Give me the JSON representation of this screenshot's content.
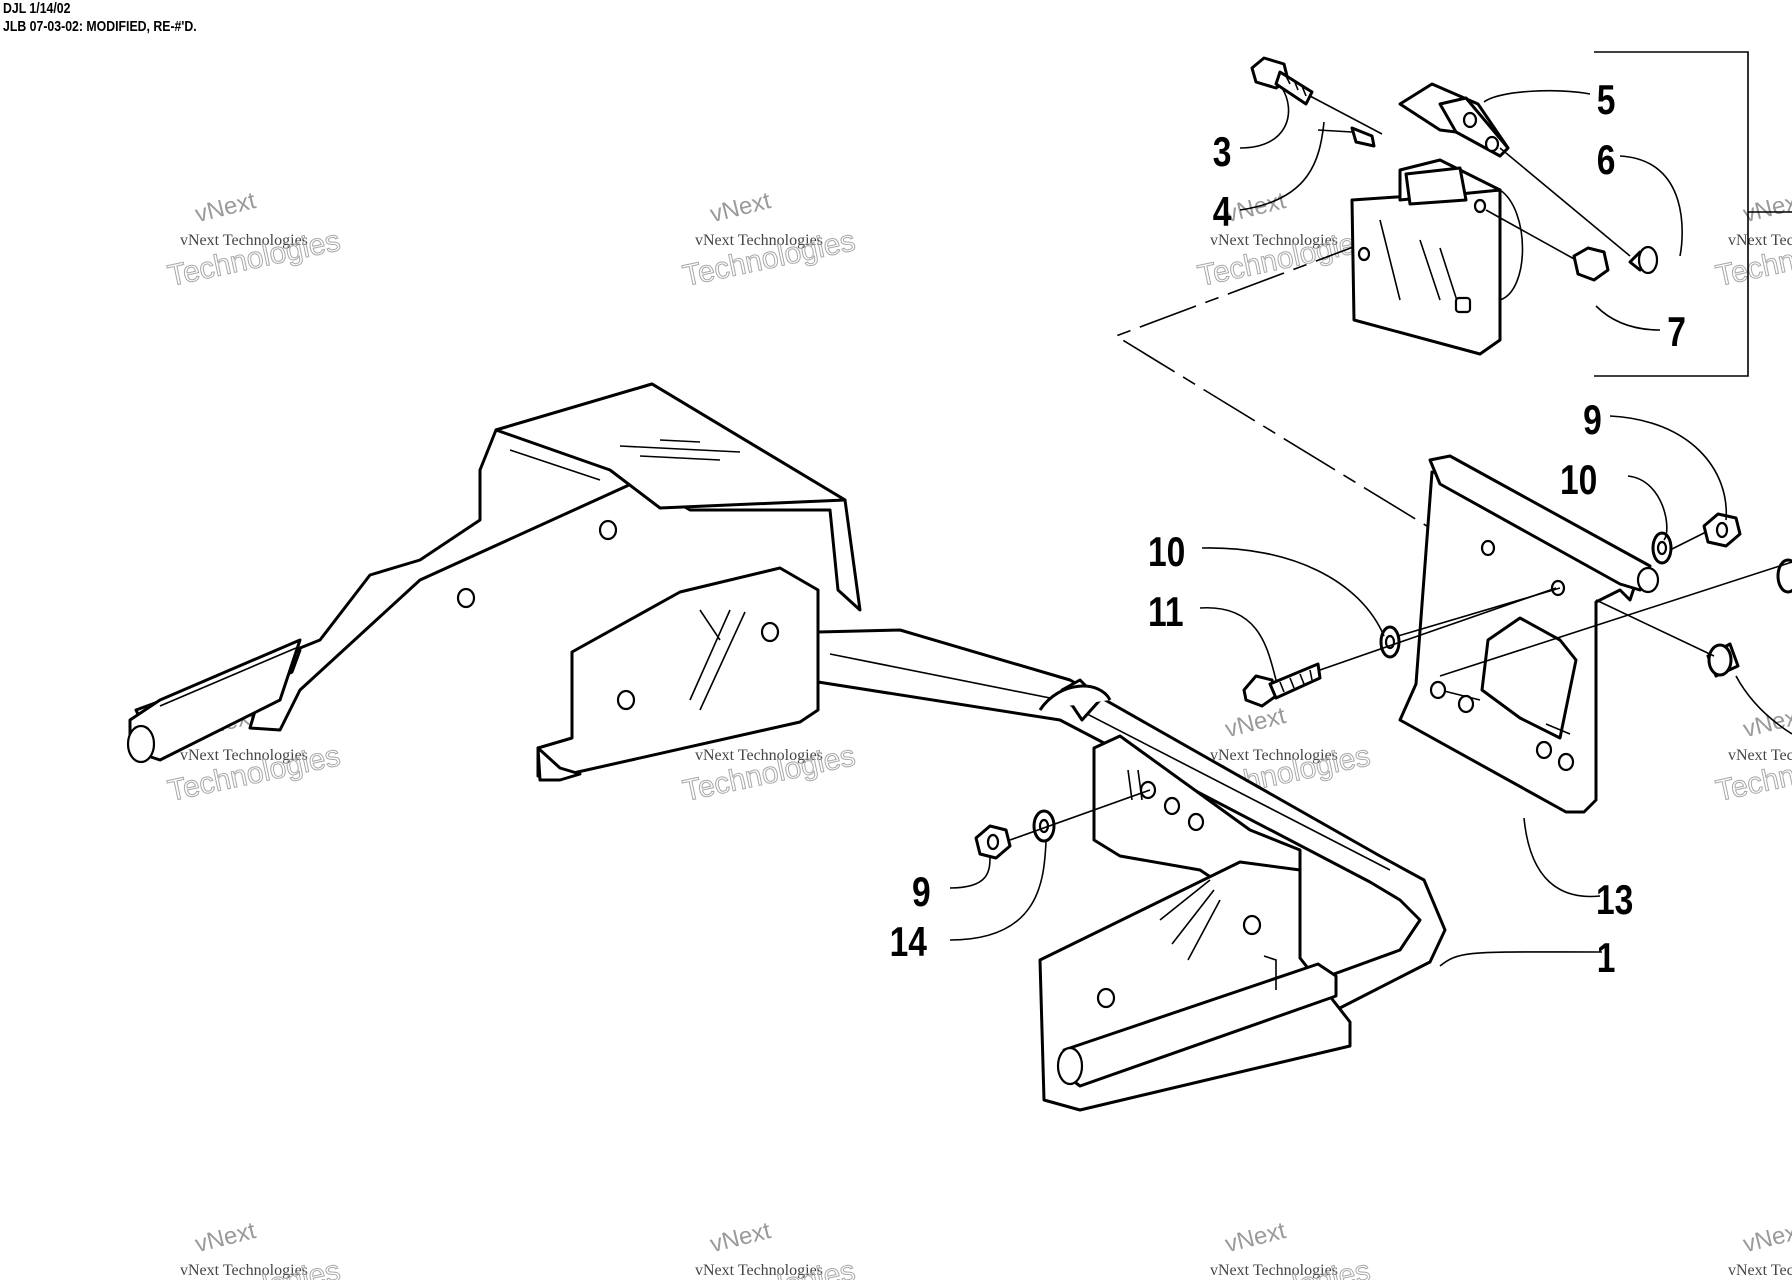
{
  "header": {
    "line1": "DJL 1/14/02",
    "line2": "JLB 07-03-02: MODIFIED, RE-#'D."
  },
  "callouts": [
    {
      "id": "c3",
      "label": "3"
    },
    {
      "id": "c4",
      "label": "4"
    },
    {
      "id": "c5",
      "label": "5"
    },
    {
      "id": "c6",
      "label": "6"
    },
    {
      "id": "c7",
      "label": "7"
    },
    {
      "id": "c9a",
      "label": "9"
    },
    {
      "id": "c10a",
      "label": "10"
    },
    {
      "id": "c10b",
      "label": "10"
    },
    {
      "id": "c11",
      "label": "11"
    },
    {
      "id": "c13",
      "label": "13"
    },
    {
      "id": "c1",
      "label": "1"
    },
    {
      "id": "c9b",
      "label": "9"
    },
    {
      "id": "c14",
      "label": "14"
    }
  ],
  "watermark": {
    "brand": "vNext",
    "company": "vNext Technologies",
    "word": "Technologies"
  }
}
